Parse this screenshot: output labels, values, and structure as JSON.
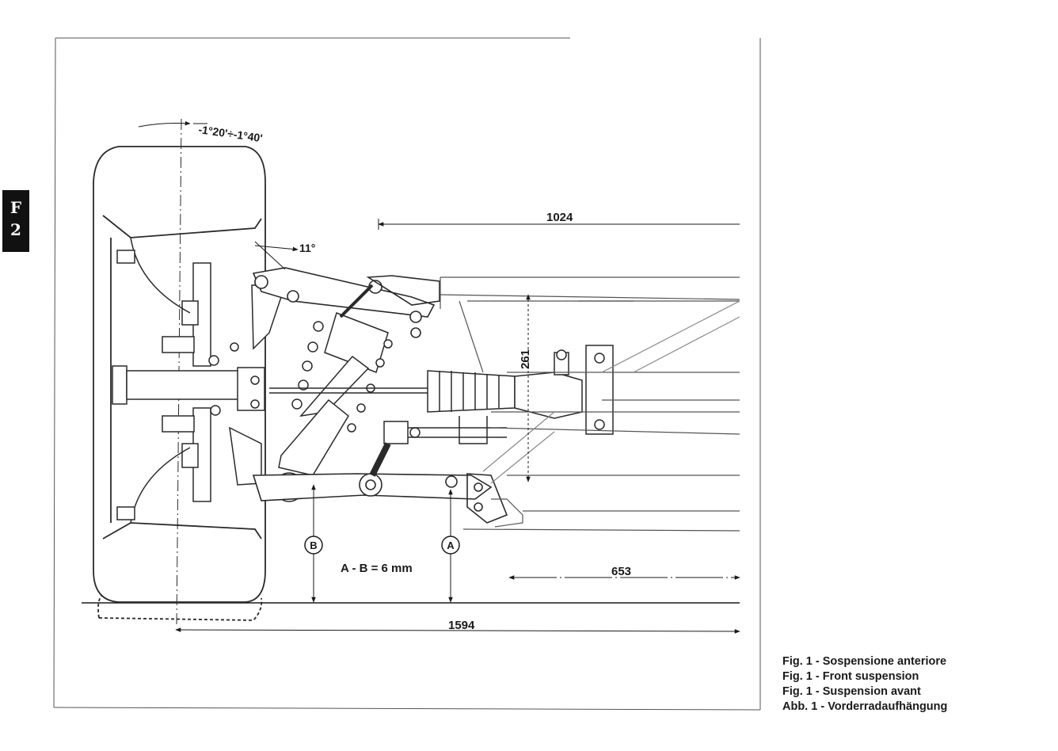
{
  "section_tab": {
    "letter": "F",
    "number": "2"
  },
  "dimensions": {
    "camber": "-1°20'÷-1°40'",
    "kingpin": "11°",
    "top_span": "1024",
    "height": "261",
    "inner_span": "653",
    "track": "1594",
    "difference": "A - B = 6 mm"
  },
  "markers": {
    "a": "A",
    "b": "B"
  },
  "captions": [
    "Fig. 1 - Sospensione anteriore",
    "Fig. 1 - Front suspension",
    "Fig. 1 - Suspension avant",
    "Abb. 1 - Vorderradaufhängung"
  ],
  "colors": {
    "line": "#2a2a2a",
    "tab": "#111111"
  }
}
